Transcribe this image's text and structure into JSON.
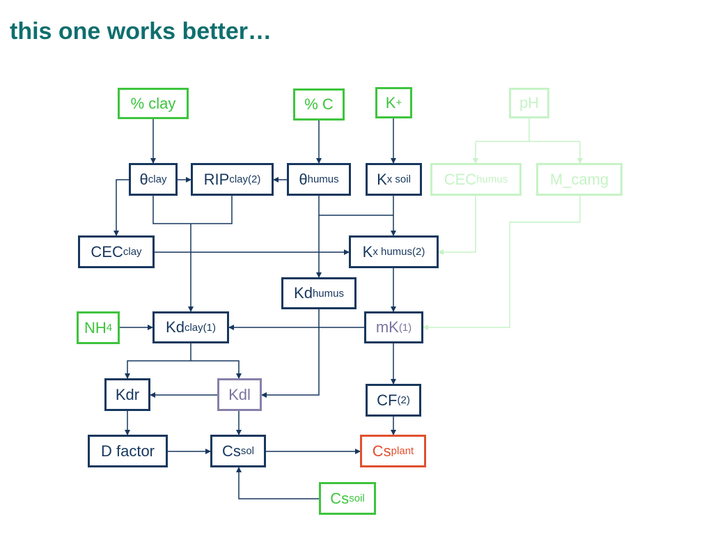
{
  "slide": {
    "title": "this one works better…"
  },
  "colors": {
    "title": "#0f6e6e",
    "navy": "#17375e",
    "green": "#3ec43e",
    "pale": "#c6f3c6",
    "purple": "#7b74a0",
    "red": "#e05030"
  },
  "nodes": {
    "pct_clay": {
      "main": "% clay"
    },
    "pct_c": {
      "main": "% C"
    },
    "k_plus": {
      "main": "K",
      "sup": "+"
    },
    "ph": {
      "main": "pH"
    },
    "theta_clay": {
      "main": "θ",
      "sub": "clay"
    },
    "rip_clay": {
      "main": "RIP",
      "sub": "clay",
      "sup": "(2)"
    },
    "theta_humus": {
      "main": "θ",
      "sub": "humus"
    },
    "kx_soil": {
      "main": "K",
      "sub": "x soil"
    },
    "cec_humus": {
      "main": "CEC",
      "sub": "humus"
    },
    "m_camg": {
      "main": "M_camg"
    },
    "cec_clay": {
      "main": "CEC",
      "sub": "clay"
    },
    "kx_humus": {
      "main": "K",
      "sub": "x humus",
      "sup": "(2)"
    },
    "kd_humus": {
      "main": "Kd",
      "sub": "humus"
    },
    "nh4": {
      "main": "NH",
      "sub": "4"
    },
    "kd_clay": {
      "main": "Kd",
      "sub": "clay",
      "sup": "(1)"
    },
    "mk": {
      "main": "mK",
      "sup": "(1)"
    },
    "kdr": {
      "main": "Kdr"
    },
    "kdl": {
      "main": "Kdl"
    },
    "cf": {
      "main": "CF",
      "sup": "(2)"
    },
    "d_factor": {
      "main": "D factor"
    },
    "cs_sol": {
      "main": "Cs",
      "sub": "sol"
    },
    "cs_plant": {
      "main": "Cs",
      "sub": "plant"
    },
    "cs_soil": {
      "main": "Cs",
      "sub": "soil"
    }
  }
}
